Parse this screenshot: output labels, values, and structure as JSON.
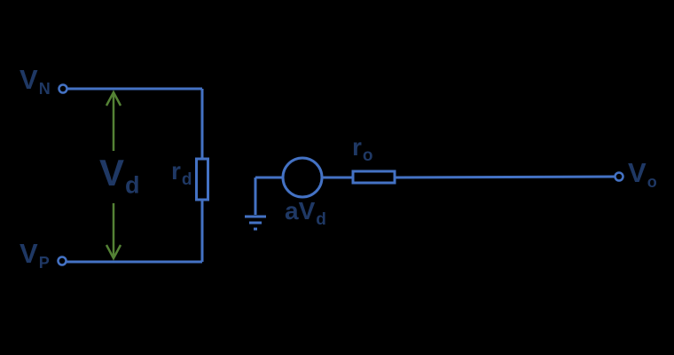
{
  "diagram": {
    "type": "circuit-schematic",
    "description": "Op-amp equivalent circuit: differential input Vd across rd, dependent source aVd in series with ro driving output Vo"
  },
  "labels": {
    "vn": {
      "main": "V",
      "sub": "N"
    },
    "vp": {
      "main": "V",
      "sub": "P"
    },
    "vd": {
      "main": "V",
      "sub": "d"
    },
    "rd": {
      "main": "r",
      "sub": "d"
    },
    "avd": {
      "main": "aV",
      "sub": "d"
    },
    "ro": {
      "main": "r",
      "sub": "o"
    },
    "vo": {
      "main": "V",
      "sub": "o"
    }
  },
  "components": {
    "input_resistor": "rd",
    "output_resistor": "ro",
    "dependent_source": "aVd",
    "ground": "ground-symbol",
    "terminals": [
      "VN",
      "VP",
      "Vo"
    ],
    "measurement_arrow": "Vd"
  },
  "colors": {
    "background": "#000000",
    "wire": "#4472C4",
    "text": "#1F3864",
    "arrow": "#548235"
  }
}
